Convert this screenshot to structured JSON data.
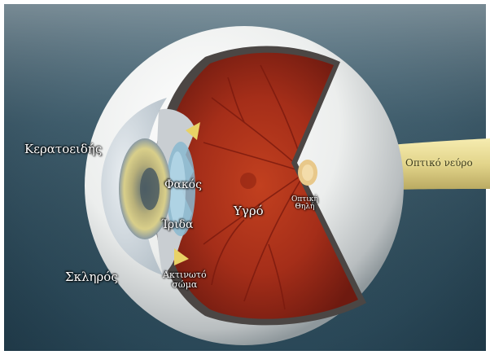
{
  "labels": {
    "cornea": "Κερατοειδής",
    "lens": "Φακός",
    "vitreous": "Υγρό",
    "optic_disc_line1": "Οπτική",
    "optic_disc_line2": "Θηλή",
    "iris": "Ίριδα",
    "sclera": "Σκληρός",
    "ciliary_body_line1": "Ακτινωτό",
    "ciliary_body_line2": "σώμα",
    "optic_nerve": "Οπτικό νεύρο"
  },
  "colors": {
    "background_light": "#b8ccd6",
    "background_dark": "#1e3a48",
    "sclera": "#f2f3f2",
    "interior": "#9c2a1a",
    "nerve": "#e8dc98"
  }
}
